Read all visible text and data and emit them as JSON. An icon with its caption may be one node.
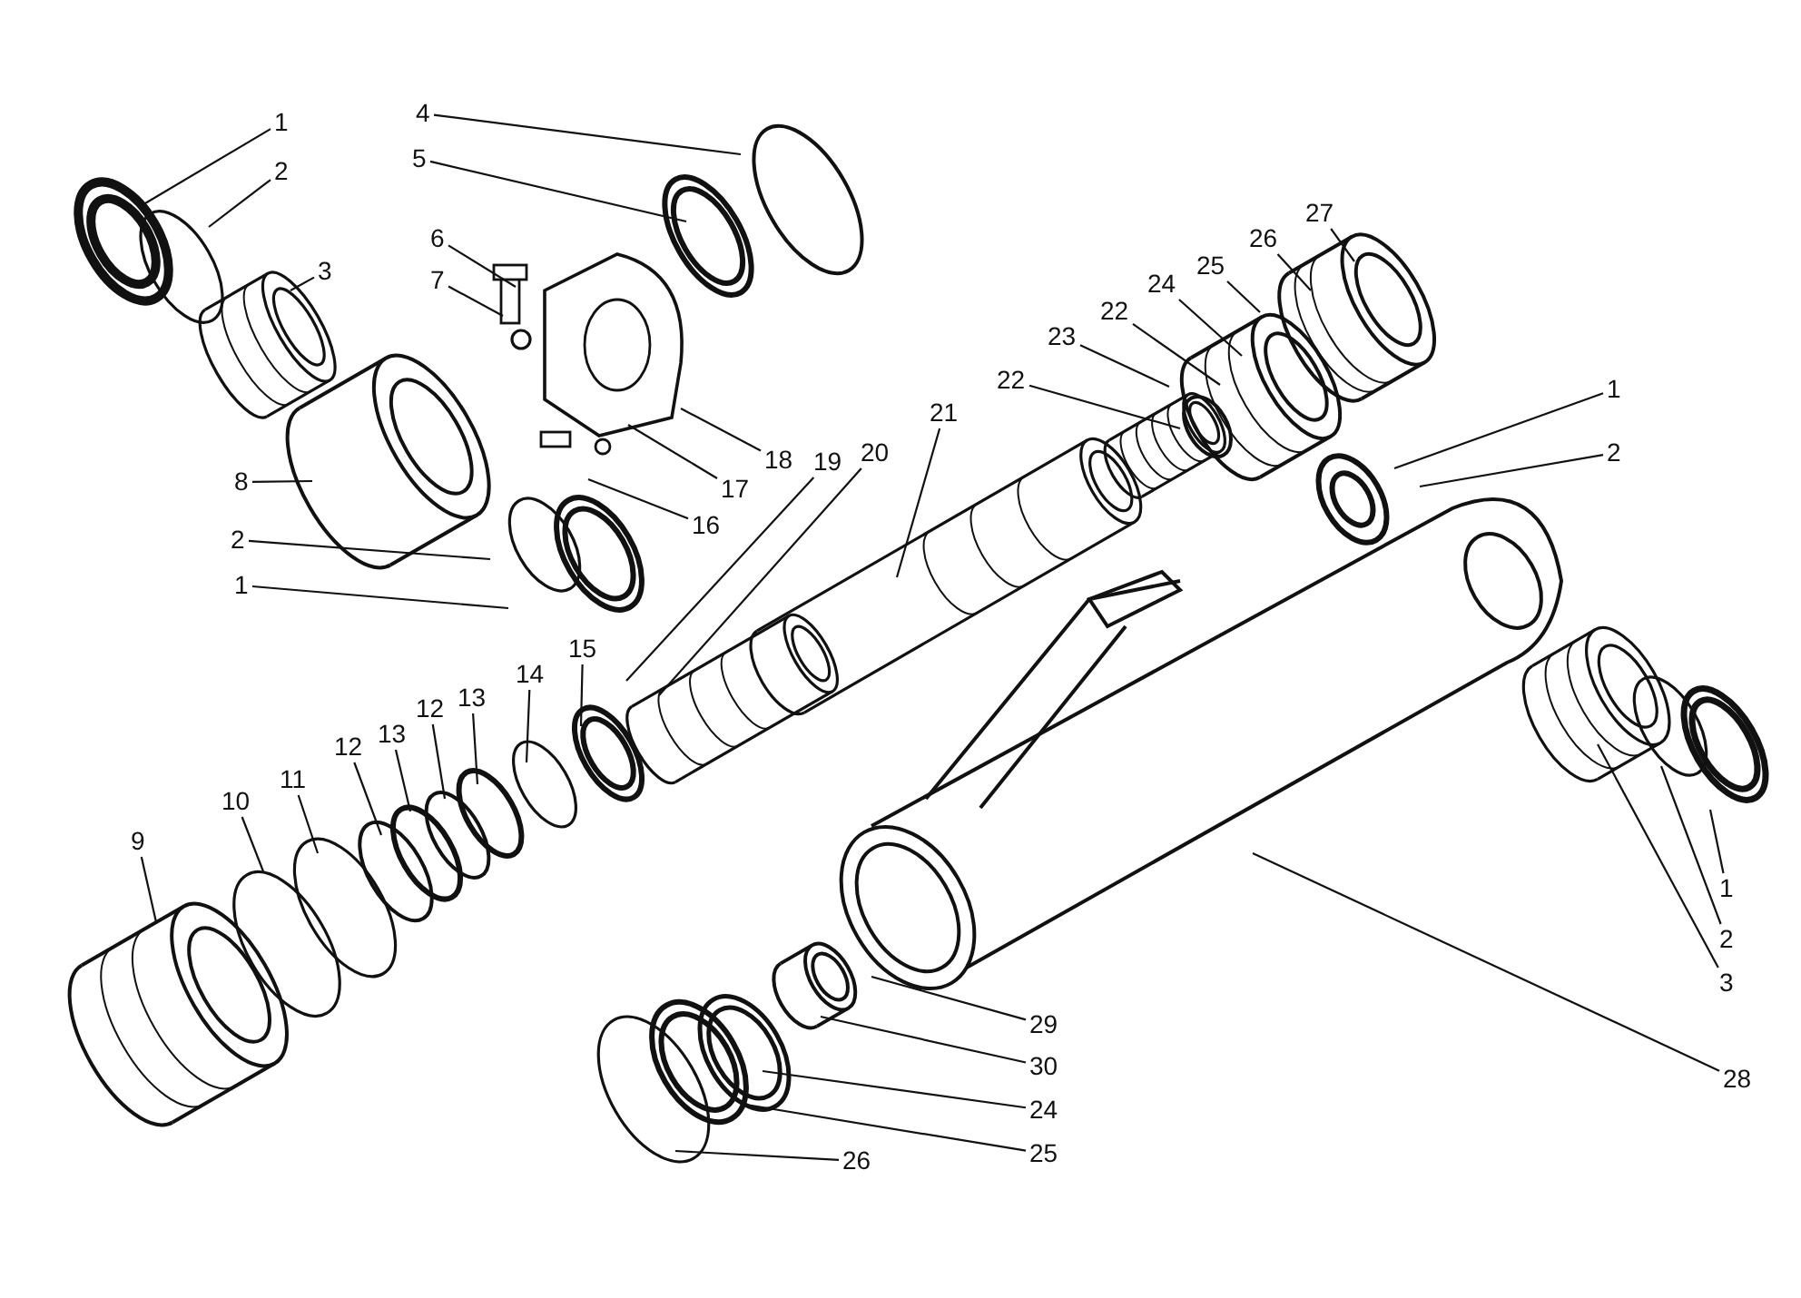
{
  "diagram": {
    "nodes": [
      {
        "text": [
          "1"
        ]
      },
      {
        "text": [
          "2"
        ]
      },
      {
        "text": [
          "3"
        ]
      },
      {
        "text": [
          "4"
        ]
      },
      {
        "text": [
          "5"
        ]
      },
      {
        "text": [
          "6"
        ]
      },
      {
        "text": [
          "7"
        ]
      },
      {
        "text": [
          "8"
        ]
      },
      {
        "text": [
          "18"
        ]
      },
      {
        "text": [
          "19"
        ]
      },
      {
        "text": [
          "20"
        ]
      },
      {
        "text": [
          "17"
        ]
      },
      {
        "text": [
          "16"
        ]
      },
      {
        "text": [
          "2"
        ]
      },
      {
        "text": [
          "1"
        ]
      },
      {
        "text": [
          "21"
        ]
      },
      {
        "text": [
          "22"
        ]
      },
      {
        "text": [
          "23"
        ]
      },
      {
        "text": [
          "22"
        ]
      },
      {
        "text": [
          "24"
        ]
      },
      {
        "text": [
          "25"
        ]
      },
      {
        "text": [
          "26"
        ]
      },
      {
        "text": [
          "27"
        ]
      },
      {
        "text": [
          "1"
        ]
      },
      {
        "text": [
          "2"
        ]
      },
      {
        "text": [
          "15"
        ]
      },
      {
        "text": [
          "14"
        ]
      },
      {
        "text": [
          "13"
        ]
      },
      {
        "text": [
          "12"
        ]
      },
      {
        "text": [
          "13"
        ]
      },
      {
        "text": [
          "12"
        ]
      },
      {
        "text": [
          "11"
        ]
      },
      {
        "text": [
          "10"
        ]
      },
      {
        "text": [
          "9"
        ]
      },
      {
        "text": [
          "29"
        ]
      },
      {
        "text": [
          "30"
        ]
      },
      {
        "text": [
          "24"
        ]
      },
      {
        "text": [
          "25"
        ]
      },
      {
        "text": [
          "26"
        ]
      },
      {
        "text": [
          "28"
        ]
      },
      {
        "text": [
          "1"
        ]
      },
      {
        "text": [
          "2"
        ]
      },
      {
        "text": [
          "3"
        ]
      }
    ],
    "edges": [
      {
        "from": 0,
        "to": null,
        "arrow": "none"
      },
      {
        "from": 1,
        "to": null,
        "arrow": "none"
      },
      {
        "from": 2,
        "to": null,
        "arrow": "none"
      },
      {
        "from": 3,
        "to": null,
        "arrow": "none"
      },
      {
        "from": 4,
        "to": null,
        "arrow": "none"
      },
      {
        "from": 5,
        "to": null,
        "arrow": "none"
      },
      {
        "from": 6,
        "to": null,
        "arrow": "none"
      },
      {
        "from": 7,
        "to": null,
        "arrow": "none"
      },
      {
        "from": 8,
        "to": null,
        "arrow": "none"
      },
      {
        "from": 9,
        "to": null,
        "arrow": "none"
      },
      {
        "from": 10,
        "to": null,
        "arrow": "none"
      },
      {
        "from": 11,
        "to": null,
        "arrow": "none"
      },
      {
        "from": 12,
        "to": null,
        "arrow": "none"
      },
      {
        "from": 13,
        "to": null,
        "arrow": "none"
      },
      {
        "from": 14,
        "to": null,
        "arrow": "none"
      },
      {
        "from": 15,
        "to": null,
        "arrow": "none"
      },
      {
        "from": 16,
        "to": null,
        "arrow": "none"
      },
      {
        "from": 17,
        "to": null,
        "arrow": "none"
      },
      {
        "from": 18,
        "to": null,
        "arrow": "none"
      },
      {
        "from": 19,
        "to": null,
        "arrow": "none"
      },
      {
        "from": 20,
        "to": null,
        "arrow": "none"
      },
      {
        "from": 21,
        "to": null,
        "arrow": "none"
      },
      {
        "from": 22,
        "to": null,
        "arrow": "none"
      },
      {
        "from": 23,
        "to": null,
        "arrow": "none"
      },
      {
        "from": 24,
        "to": null,
        "arrow": "none"
      },
      {
        "from": 25,
        "to": null,
        "arrow": "none"
      },
      {
        "from": 26,
        "to": null,
        "arrow": "none"
      },
      {
        "from": 27,
        "to": null,
        "arrow": "none"
      },
      {
        "from": 28,
        "to": null,
        "arrow": "none"
      },
      {
        "from": 29,
        "to": null,
        "arrow": "none"
      },
      {
        "from": 30,
        "to": null,
        "arrow": "none"
      },
      {
        "from": 31,
        "to": null,
        "arrow": "none"
      },
      {
        "from": 32,
        "to": null,
        "arrow": "none"
      },
      {
        "from": 33,
        "to": null,
        "arrow": "none"
      },
      {
        "from": 34,
        "to": null,
        "arrow": "none"
      },
      {
        "from": 35,
        "to": null,
        "arrow": "none"
      },
      {
        "from": 36,
        "to": null,
        "arrow": "none"
      },
      {
        "from": 37,
        "to": null,
        "arrow": "none"
      },
      {
        "from": 38,
        "to": null,
        "arrow": "none"
      },
      {
        "from": 39,
        "to": null,
        "arrow": "none"
      },
      {
        "from": 40,
        "to": null,
        "arrow": "none"
      },
      {
        "from": 41,
        "to": null,
        "arrow": "none"
      },
      {
        "from": 42,
        "to": null,
        "arrow": "none"
      }
    ]
  }
}
